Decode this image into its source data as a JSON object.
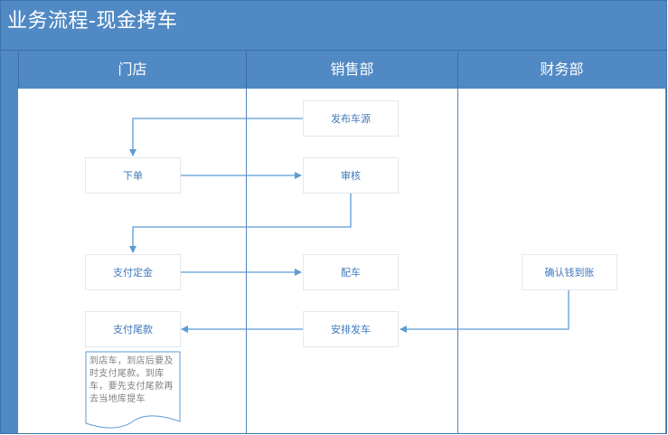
{
  "diagram": {
    "title": "业务流程-现金拷车",
    "lanes": [
      {
        "id": "store",
        "label": "门店"
      },
      {
        "id": "sales",
        "label": "销售部"
      },
      {
        "id": "finance",
        "label": "财务部"
      }
    ],
    "nodes": {
      "publish": "发布车源",
      "order": "下单",
      "review": "审核",
      "deposit": "支付定金",
      "allocate": "配车",
      "confirm": "确认钱到账",
      "final_pay": "支付尾款",
      "dispatch": "安排发车"
    },
    "note": "到店车，到店后要及时支付尾款。到库车，要先支付尾款再去当地库提车"
  },
  "colors": {
    "frame": "#5089c4",
    "connector": "#5b9bd5",
    "node_text": "#3f78bd",
    "node_border": "#e3e7ec"
  }
}
